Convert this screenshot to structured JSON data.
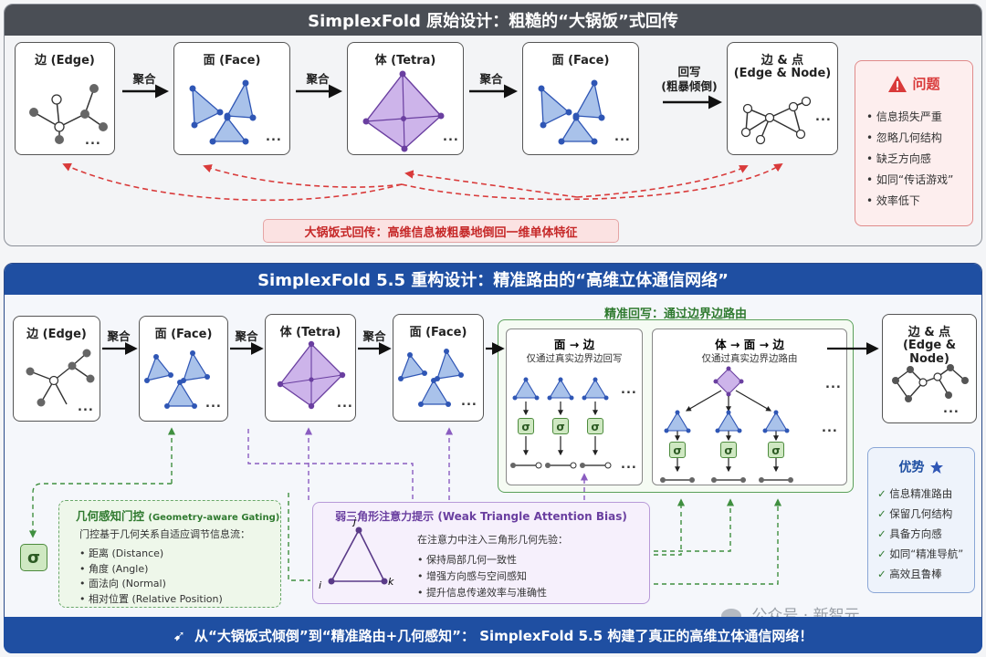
{
  "top": {
    "title": "SimplexFold 原始设计：粗糙的“大锅饭”式回传",
    "boxes": {
      "edge": "边 (Edge)",
      "face1": "面 (Face)",
      "tetra": "体 (Tetra)",
      "face2": "面 (Face)",
      "edge_node_line1": "边 & 点",
      "edge_node_line2": "(Edge & Node)"
    },
    "arrows": {
      "agg1": "聚合",
      "agg2": "聚合",
      "agg3": "聚合",
      "write_line1": "回写",
      "write_line2": "(粗暴倾倒)"
    },
    "ellipsis": "...",
    "banner": "大锅饭式回传：高维信息被粗暴地倒回一维单体特征",
    "issues": {
      "title": "问题",
      "items": [
        "信息损失严重",
        "忽略几何结构",
        "缺乏方向感",
        "如同“传话游戏”",
        "效率低下"
      ]
    }
  },
  "bottom": {
    "title": "SimplexFold 5.5 重构设计：精准路由的“高维立体通信网络”",
    "boxes": {
      "edge": "边 (Edge)",
      "face1": "面 (Face)",
      "tetra": "体 (Tetra)",
      "face2": "面 (Face)",
      "edge_node_line1": "边 & 点",
      "edge_node_line2": "(Edge & Node)"
    },
    "arrows": {
      "agg1": "聚合",
      "agg2": "聚合",
      "agg3": "聚合"
    },
    "precise": {
      "title": "精准回写：通过边界边路由",
      "face_edge_title": "面 → 边",
      "face_edge_sub": "仅通过真实边界边回写",
      "vol_title": "体 → 面 → 边",
      "vol_sub": "仅通过真实边界边路由"
    },
    "sigma": "σ",
    "gating": {
      "title": "几何感知门控",
      "title_en": "(Geometry-aware Gating)",
      "desc": "门控基于几何关系自适应调节信息流：",
      "items": [
        "距离 (Distance)",
        "角度 (Angle)",
        "面法向 (Normal)",
        "相对位置 (Relative Position)"
      ]
    },
    "attention": {
      "title": "弱三角形注意力提示 (Weak Triangle Attention Bias)",
      "desc": "在注意力中注入三角形几何先验：",
      "items": [
        "保持局部几何一致性",
        "增强方向感与空间感知",
        "提升信息传递效率与准确性"
      ],
      "node_j": "j",
      "node_i": "i",
      "node_k": "k"
    },
    "advantages": {
      "title": "优势",
      "items": [
        "信息精准路由",
        "保留几何结构",
        "具备方向感",
        "如同“精准导航”",
        "高效且鲁棒"
      ]
    },
    "footer": "从“大锅饭式倾倒”到“精准路由+几何感知”：  SimplexFold 5.5 构建了真正的高维立体通信网络！",
    "watermark": "公众号 · 新智元"
  },
  "colors": {
    "top_header": "#4a4e55",
    "bottom_header": "#1f4fa2",
    "red_accent": "#d93a3a",
    "green_accent": "#3f8f3f",
    "purple_accent": "#8a5cc0",
    "blue_accent": "#2f56b5"
  }
}
